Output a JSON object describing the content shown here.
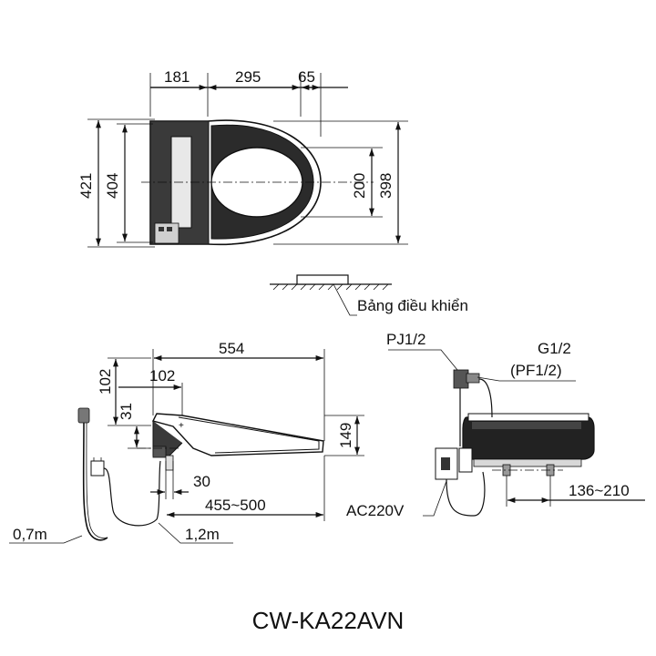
{
  "top_view": {
    "dim_181": "181",
    "dim_295": "295",
    "dim_65": "65",
    "dim_421": "421",
    "dim_404": "404",
    "dim_200": "200",
    "dim_398": "398"
  },
  "control_panel": {
    "label": "Bảng điều khiển"
  },
  "side_view": {
    "dim_554": "554",
    "dim_102_v": "102",
    "dim_102_h": "102",
    "dim_31": "31",
    "dim_149": "149",
    "dim_30": "30",
    "dim_455_500": "455~500",
    "hose_07": "0,7m",
    "cord_12": "1,2m"
  },
  "rear_view": {
    "pj": "PJ1/2",
    "g": "G1/2",
    "pf": "(PF1/2)",
    "ac": "AC220V",
    "dim_136_210": "136~210"
  },
  "model": "CW-KA22AVN"
}
